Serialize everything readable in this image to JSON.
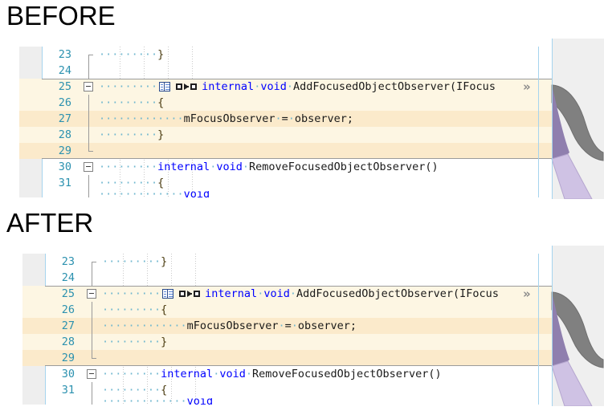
{
  "sections": [
    {
      "caption": "BEFORE",
      "lines": [
        {
          "num": "23",
          "highlight": "none",
          "fold": "half-bot-tick",
          "code_html": "ws9|}"
        },
        {
          "num": "24",
          "highlight": "none",
          "fold": "line",
          "code_html": ""
        },
        {
          "num": "25",
          "highlight": "light",
          "fold": "collapse",
          "code_html": "codelens"
        },
        {
          "num": "26",
          "highlight": "light",
          "fold": "line",
          "code_html": "ws9|{"
        },
        {
          "num": "27",
          "highlight": "strong",
          "fold": "line",
          "code_html": "assign"
        },
        {
          "num": "28",
          "highlight": "light",
          "fold": "line",
          "code_html": "ws9|}"
        },
        {
          "num": "29",
          "highlight": "strong",
          "fold": "half-top-tick",
          "code_html": ""
        },
        {
          "num": "30",
          "highlight": "none",
          "fold": "collapse",
          "code_html": "remove"
        },
        {
          "num": "31",
          "highlight": "none",
          "fold": "line",
          "code_html": "ws9|{"
        }
      ]
    },
    {
      "caption": "AFTER",
      "lines": [
        {
          "num": "23",
          "highlight": "none",
          "fold": "half-bot-tick",
          "code_html": "ws9|}"
        },
        {
          "num": "24",
          "highlight": "none",
          "fold": "line",
          "code_html": ""
        },
        {
          "num": "25",
          "highlight": "light",
          "fold": "collapse",
          "code_html": "codelens"
        },
        {
          "num": "26",
          "highlight": "light",
          "fold": "line",
          "code_html": "ws9|{"
        },
        {
          "num": "27",
          "highlight": "strong",
          "fold": "line",
          "code_html": "assign"
        },
        {
          "num": "28",
          "highlight": "light",
          "fold": "line",
          "code_html": "ws9|}"
        },
        {
          "num": "29",
          "highlight": "strong",
          "fold": "half-top-tick",
          "code_html": ""
        },
        {
          "num": "30",
          "highlight": "none",
          "fold": "collapse",
          "code_html": "remove"
        },
        {
          "num": "31",
          "highlight": "none",
          "fold": "line",
          "code_html": "ws9|{"
        }
      ]
    }
  ],
  "code": {
    "whitespace_dot": "·",
    "indent9": "·········",
    "indent13": "·············",
    "open_brace": "{",
    "close_brace": "}",
    "keyword_internal": "internal",
    "keyword_void": "void",
    "signature_add": "AddFocusedObjectObserver(IFocus",
    "signature_remove": "RemoveFocusedObjectObserver()",
    "assign_identifier": "mFocusObserver",
    "assign_operator": "=",
    "assign_value": "observer;",
    "overflow_chevron": "»"
  },
  "icons": {
    "split_panes": "split-panes-icon",
    "step_into": "step-into-icon",
    "collapse": "collapse-fold-icon",
    "overflow": "overflow-chevron-icon",
    "pointer_graphic": "mouse-pointer-decoration"
  },
  "colors": {
    "linenum": "#2b91af",
    "keyword": "#0000ff",
    "whitespace_dot": "#6fb7cf",
    "highlight_light": "#fdf6e3",
    "highlight_strong": "#fbeacb",
    "glyph_margin": "#eeeeee",
    "margin_separator": "#a6d4ee",
    "fold_guide": "#9a9a9a",
    "deco_gray": "#808080",
    "deco_purple": "#8f7fae",
    "deco_lavender": "#cfc2e4"
  }
}
